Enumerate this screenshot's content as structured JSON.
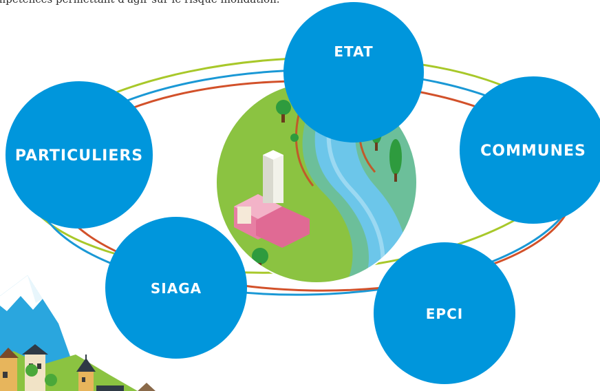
{
  "intro_text": "mpétences permettant d'agir sur le risque inondation.",
  "colors": {
    "node_fill": "#0096dc",
    "ring_green": "#a8c82a",
    "ring_blue": "#1a98d5",
    "ring_orange": "#d2512a",
    "river": "#6cc6ea",
    "grass": "#8bc341",
    "buildings": "#e77fa3"
  },
  "nodes": {
    "etat": "ETAT",
    "communes": "COMMUNES",
    "particuliers": "PARTICULIERS",
    "siaga": "SIAGA",
    "epci": "EPCI"
  },
  "icons": {
    "center": "river-village-illustration",
    "corner": "mountain-village-illustration"
  }
}
